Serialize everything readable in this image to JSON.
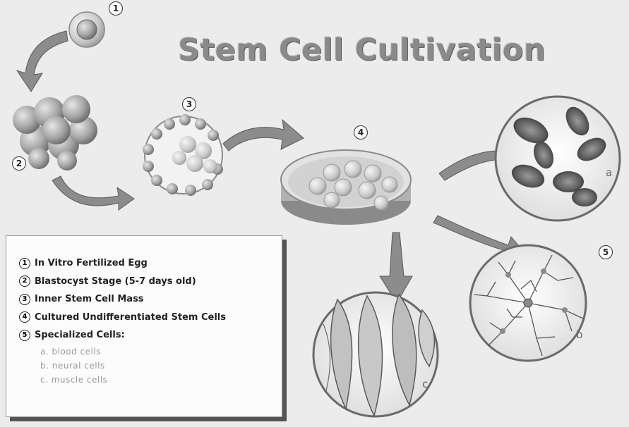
{
  "title": "Stem Cell Cultivation",
  "step_markers": [
    "1",
    "2",
    "3",
    "4",
    "5"
  ],
  "cell_type_markers": [
    "a",
    "b",
    "c"
  ],
  "legend": {
    "items": [
      {
        "num": "1",
        "text": "In Vitro Fertilized Egg"
      },
      {
        "num": "2",
        "text": "Blastocyst Stage (5-7 days old)"
      },
      {
        "num": "3",
        "text": "Inner Stem Cell Mass"
      },
      {
        "num": "4",
        "text": "Cultured Undifferentiated Stem Cells"
      },
      {
        "num": "5",
        "text": "Specialized Cells:"
      }
    ],
    "sub_items": [
      "a.  blood cells",
      "b.  neural cells",
      "c.  muscle cells"
    ]
  }
}
